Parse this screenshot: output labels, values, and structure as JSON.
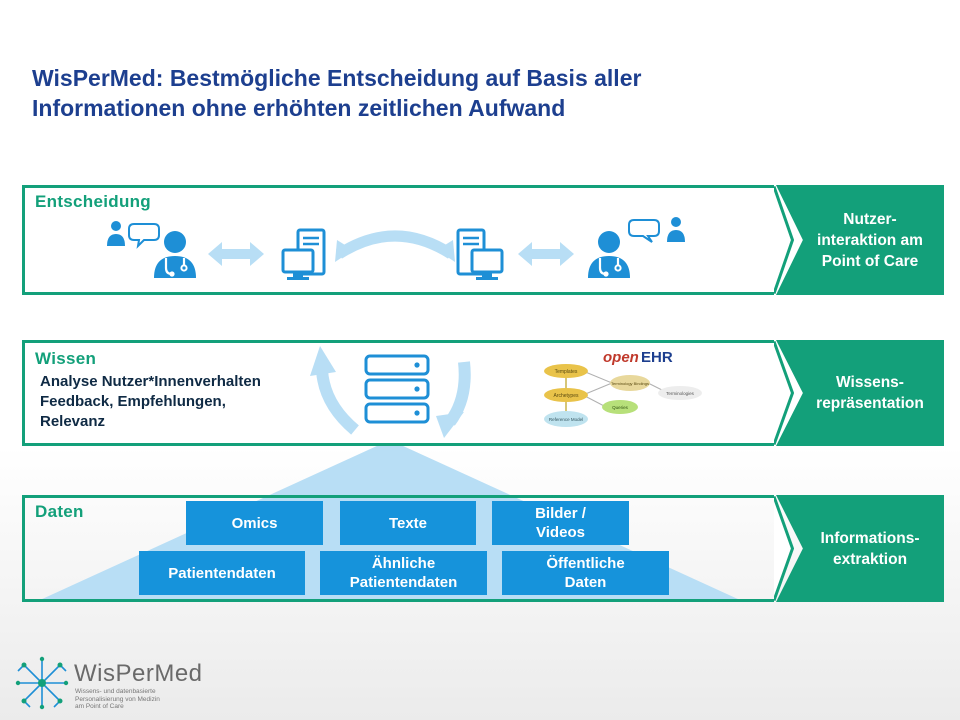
{
  "title": {
    "line1": "WisPerMed: Bestmögliche Entscheidung auf Basis aller",
    "line2": "Informationen ohne erhöhten zeitlichen Aufwand"
  },
  "rows": {
    "entscheidung": {
      "label": "Entscheidung",
      "arrow_text": "Nutzer-\ninteraktion am\nPoint of Care"
    },
    "wissen": {
      "label": "Wissen",
      "items": [
        "Analyse Nutzer*Innenverhalten",
        "Feedback, Empfehlungen,",
        "Relevanz"
      ],
      "arrow_text": "Wissens-\nrepräsentation",
      "openehr": {
        "brand_open": "open",
        "brand_ehr": "EHR",
        "nodes": [
          "Templates",
          "Archetypes",
          "Reference Model",
          "Terminology Bindings",
          "Queries",
          "Terminologies"
        ]
      }
    },
    "daten": {
      "label": "Daten",
      "arrow_text": "Informations-\nextraktion",
      "boxes": [
        "Omics",
        "Texte",
        "Bilder /\nVideos",
        "Patientendaten",
        "Ähnliche\nPatientendaten",
        "Öffentliche\nDaten"
      ]
    }
  },
  "colors": {
    "green": "#13a07a",
    "blue_box": "#1693db",
    "light_blue": "#b8def5",
    "title_blue": "#1d3f8f",
    "icon_blue": "#1e8fd6"
  },
  "icons": [
    "user-chat-icon",
    "doctor-icon",
    "double-arrow-icon",
    "computer-icon",
    "curved-arrow-icon",
    "server-stack-icon"
  ],
  "logo": {
    "name": "WisPerMed",
    "tagline": "Wissens- und datenbasierte Personalisierung von Medizin am Point of Care"
  }
}
